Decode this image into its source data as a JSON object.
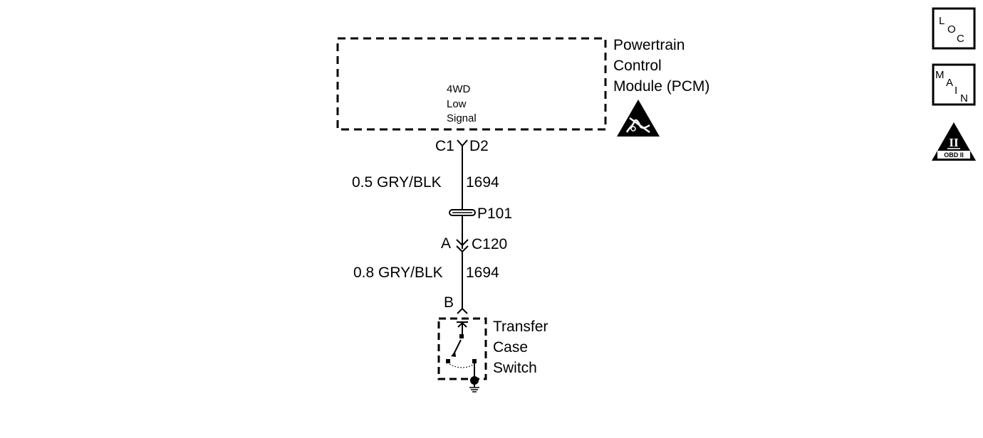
{
  "colors": {
    "line": "#000000",
    "background": "#ffffff"
  },
  "pcm": {
    "name_line1": "Powertrain",
    "name_line2": "Control",
    "name_line3": "Module (PCM)",
    "signal_line1": "4WD",
    "signal_line2": "Low",
    "signal_line3": "Signal",
    "connector": "C1",
    "pin": "D2",
    "icon": "esd-sensitive-icon"
  },
  "wires": {
    "upper_gauge_color": "0.5 GRY/BLK",
    "upper_circuit": "1694",
    "lower_gauge_color": "0.8 GRY/BLK",
    "lower_circuit": "1694"
  },
  "splice": {
    "label": "P101"
  },
  "inline_connector": {
    "pin": "A",
    "name": "C120"
  },
  "transfer_case_switch": {
    "pin": "B",
    "name_line1": "Transfer",
    "name_line2": "Case",
    "name_line3": "Switch"
  },
  "side_icons": {
    "loc": {
      "l1": "L",
      "l2": "O",
      "l3": "C"
    },
    "main": {
      "l1": "M",
      "l2": "A",
      "l3": "I",
      "l4": "N"
    },
    "obd": {
      "numeral": "II",
      "text": "OBD II"
    }
  }
}
